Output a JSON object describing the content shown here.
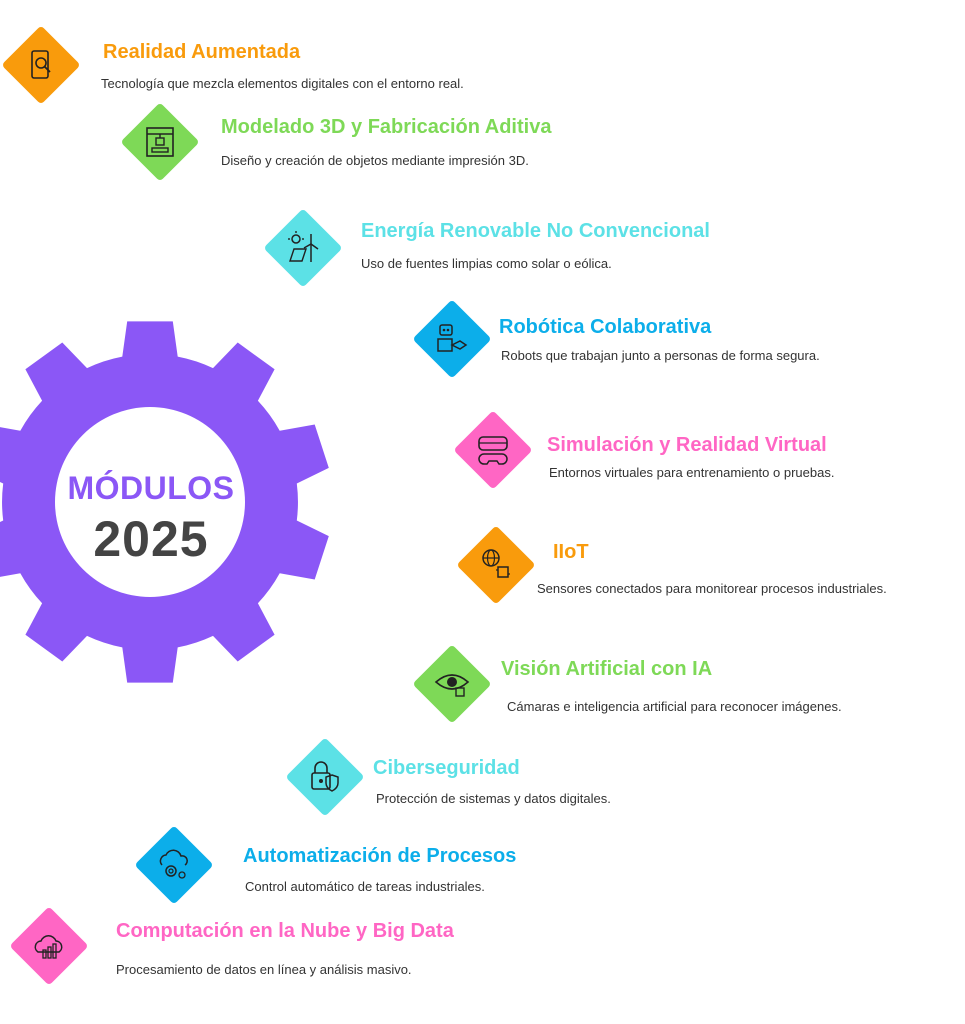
{
  "center": {
    "title": "MÓDULOS",
    "year": "2025",
    "gear_color": "#8B57F6",
    "title_color": "#8B57F6"
  },
  "colors": {
    "orange": "#F99B0C",
    "green": "#7ED957",
    "cyan": "#5CE1E6",
    "blue": "#0CAEEA",
    "pink": "#FF66C4"
  },
  "modules": [
    {
      "title": "Realidad Aumentada",
      "desc": "Tecnología que mezcla elementos  digitales con el entorno real.",
      "color": "#F99B0C",
      "icon": "phone-search-icon"
    },
    {
      "title": "Modelado 3D y Fabricación Aditiva",
      "desc": "Diseño y creación de objetos mediante impresión 3D.",
      "color": "#7ED957",
      "icon": "3d-printer-icon"
    },
    {
      "title": "Energía Renovable No Convencional",
      "desc": "Uso de fuentes limpias como solar o eólica.",
      "color": "#5CE1E6",
      "icon": "solar-wind-icon"
    },
    {
      "title": "Robótica Colaborativa",
      "desc": "Robots que trabajan junto a personas de forma segura.",
      "color": "#0CAEEA",
      "icon": "robot-handshake-icon"
    },
    {
      "title": "Simulación y Realidad Virtual",
      "desc": "Entornos virtuales para entrenamiento o pruebas.",
      "color": "#FF66C4",
      "icon": "vr-headset-icon"
    },
    {
      "title": "IIoT",
      "desc": "Sensores conectados para monitorear procesos industriales.",
      "color": "#F99B0C",
      "icon": "globe-chip-icon"
    },
    {
      "title": "Visión Artificial con IA",
      "desc": "Cámaras e inteligencia artificial para reconocer imágenes.",
      "color": "#7ED957",
      "icon": "eye-chip-icon"
    },
    {
      "title": "Ciberseguridad",
      "desc": "Protección de sistemas y datos digitales.",
      "color": "#5CE1E6",
      "icon": "lock-shield-icon"
    },
    {
      "title": "Automatización de Procesos",
      "desc": "Control automático de tareas industriales.",
      "color": "#0CAEEA",
      "icon": "cloud-gear-icon"
    },
    {
      "title": "Computación en la Nube y Big Data",
      "desc": "Procesamiento de datos en línea y análisis masivo.",
      "color": "#FF66C4",
      "icon": "cloud-chart-icon"
    }
  ]
}
